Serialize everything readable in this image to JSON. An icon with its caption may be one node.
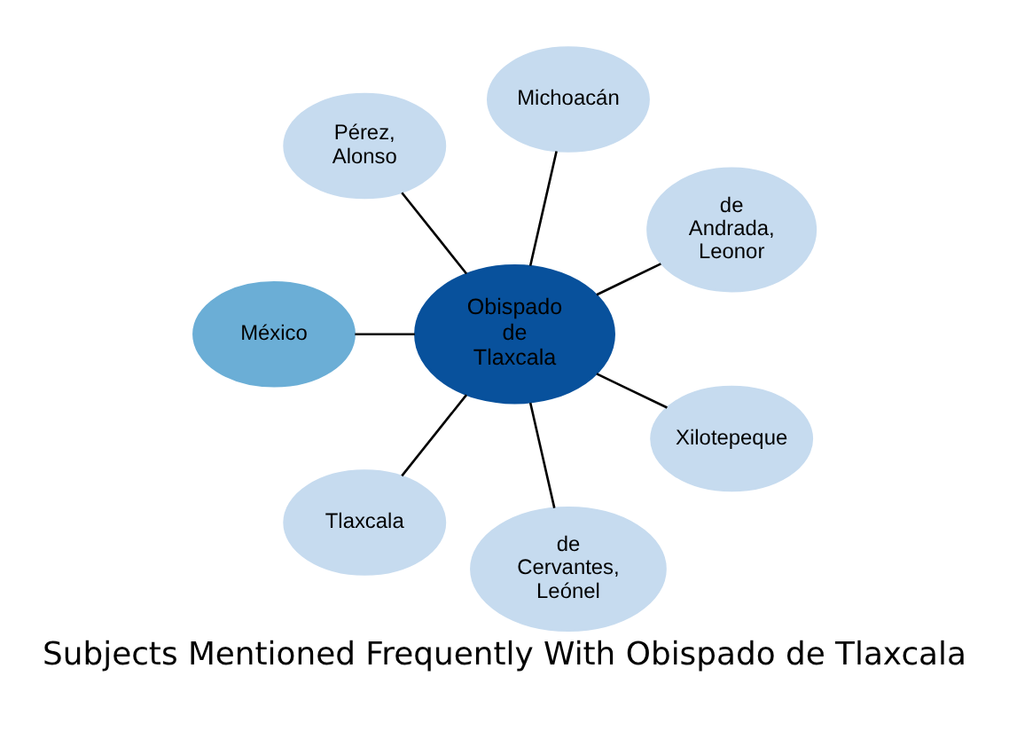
{
  "diagram": {
    "title": "Subjects Mentioned Frequently With Obispado de Tlaxcala",
    "nodes": [
      {
        "text": [
          "Pérez, Alonso"
        ]
      },
      {
        "text": [
          "Michoacán"
        ]
      },
      {
        "text": [
          "México"
        ]
      },
      {
        "text": [
          "Obispado de Tlaxcala"
        ]
      },
      {
        "text": [
          "de Andrada, Leonor"
        ]
      },
      {
        "text": [
          "Tlaxcala"
        ]
      },
      {
        "text": [
          "Xilotepeque"
        ]
      },
      {
        "text": [
          "de Cervantes, Leónel"
        ]
      }
    ],
    "edges": [
      {
        "from": 3,
        "to": 0,
        "arrow": "none"
      },
      {
        "from": 3,
        "to": 1,
        "arrow": "none"
      },
      {
        "from": 3,
        "to": 4,
        "arrow": "none"
      },
      {
        "from": 3,
        "to": 6,
        "arrow": "none"
      },
      {
        "from": 3,
        "to": 7,
        "arrow": "none"
      },
      {
        "from": 3,
        "to": 5,
        "arrow": "none"
      },
      {
        "from": 3,
        "to": 2,
        "arrow": "none"
      }
    ]
  }
}
